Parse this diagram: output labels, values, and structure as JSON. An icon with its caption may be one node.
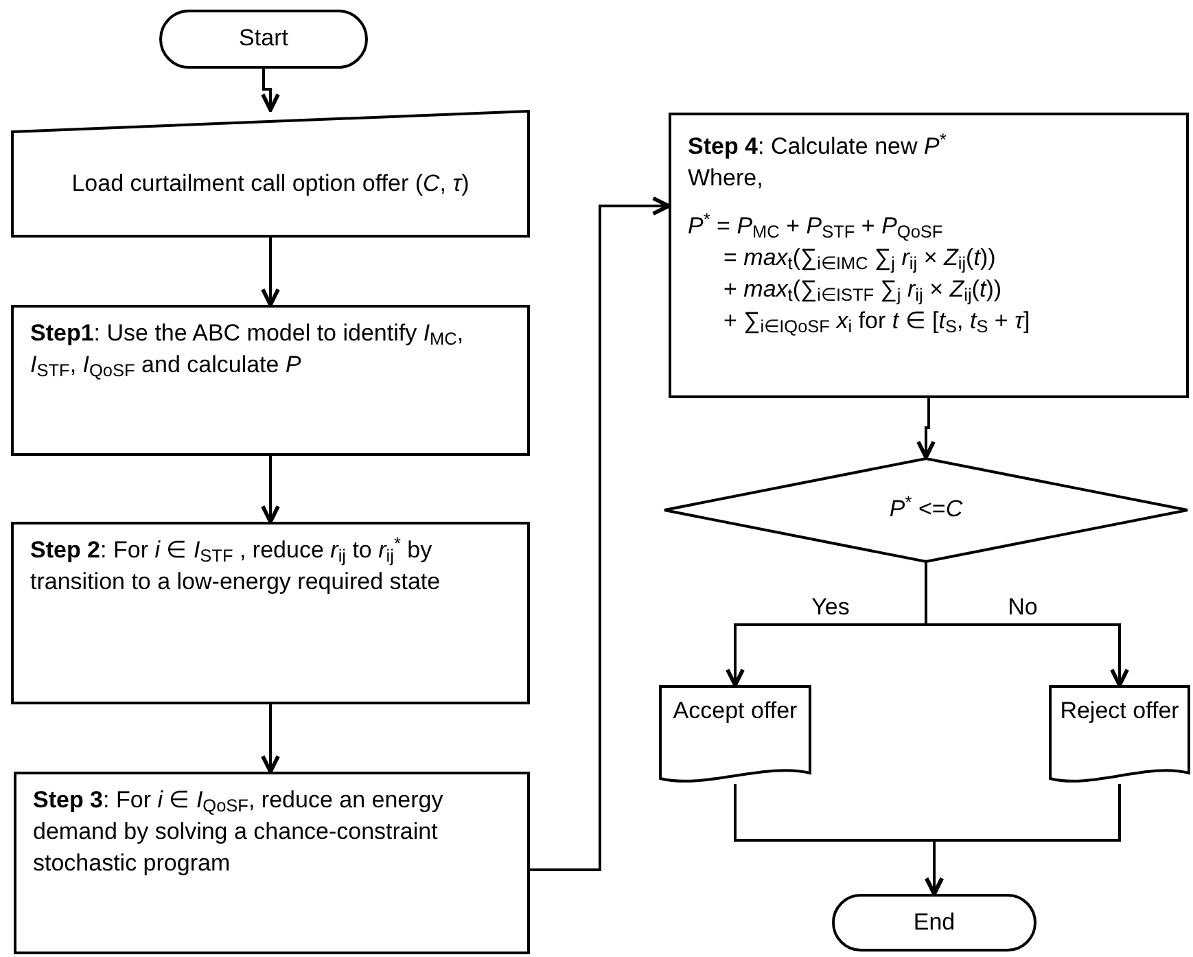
{
  "diagram": {
    "nodes": [
      {
        "text": [
          "Start"
        ]
      },
      {
        "text": [
          "Load curtailment call option offer (*C*, *τ*)"
        ]
      },
      {
        "text": [
          "**Step1**: Use the ABC model to identify *I*$_{MC}$, *I*$_{STF}$, *I*$_{QoSF}$ and calculate *P*"
        ]
      },
      {
        "text": [
          "**Step 2**: For *i* ∈ *I*$_{STF}$ , reduce *r*$_{ij}$ to *r*$_{ij}$$^{*}$ by transition to a low-energy required state"
        ]
      },
      {
        "text": [
          "**Step 3**: For *i* ∈ *I*$_{QoSF}$, reduce an energy demand by solving a chance-constraint stochastic program"
        ]
      },
      {
        "text": [
          "**Step 4**: Calculate new *P*$^{*}$",
          "Where,",
          "*P*$^{*}$ = *P*$_{MC}$ + *P*$_{STF}$ + *P*$_{QoSF}$",
          "= *max*$_{t}$(∑$_{i∈I}$$_{MC}$ ∑$_{j}$ *r*$_{ij}$ × *Z*$_{ij}$(*t*))",
          "+ *max*$_{t}$(∑$_{i∈I}$$_{STF}$ ∑$_{j}$ *r*$_{ij}$ × *Z*$_{ij}$(*t*))",
          "+ ∑$_{i∈I}$$_{QoSF}$ *x*$_{i}$   for *t* ∈ [*t*$_{S}$, *t*$_{S}$ + *τ*]"
        ]
      },
      {
        "text": [
          "*P*$^{*}$ <=*C*"
        ]
      },
      {
        "text": [
          "Accept offer"
        ]
      },
      {
        "text": [
          "Reject offer"
        ]
      },
      {
        "text": [
          "End"
        ]
      }
    ],
    "edges": [
      {
        "from": 0,
        "to": 1,
        "arrow": "to"
      },
      {
        "from": 1,
        "to": 2,
        "arrow": "to"
      },
      {
        "from": 2,
        "to": 3,
        "arrow": "to"
      },
      {
        "from": 3,
        "to": 4,
        "arrow": "to"
      },
      {
        "from": 4,
        "to": 5,
        "arrow": "to"
      },
      {
        "from": 5,
        "to": 6,
        "arrow": "to"
      },
      {
        "from": 6,
        "to": 7,
        "arrow": "to",
        "label": "Yes"
      },
      {
        "from": 6,
        "to": 8,
        "arrow": "to",
        "label": "No"
      },
      {
        "from": 7,
        "to": 9,
        "arrow": "to"
      },
      {
        "from": 8,
        "to": 9,
        "arrow": "to"
      }
    ]
  }
}
